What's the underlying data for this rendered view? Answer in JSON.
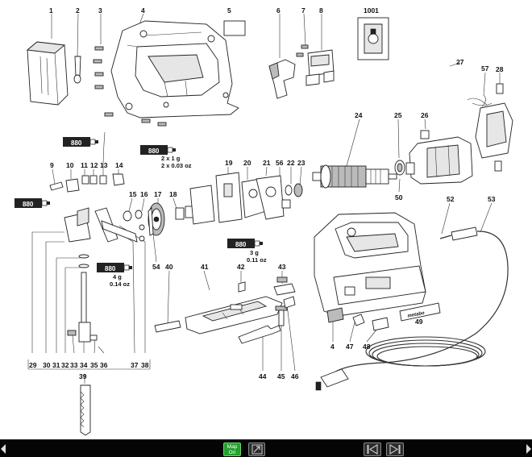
{
  "labels": [
    "1",
    "2",
    "3",
    "4",
    "5",
    "6",
    "7",
    "8",
    "1001",
    "27",
    "57",
    "28",
    "24",
    "25",
    "26",
    "9",
    "10",
    "11",
    "12",
    "13",
    "14",
    "15",
    "16",
    "17",
    "18",
    "19",
    "20",
    "21",
    "56",
    "22",
    "23",
    "50",
    "52",
    "53",
    "54",
    "41",
    "42",
    "43",
    "40",
    "29",
    "30",
    "31",
    "32",
    "33",
    "34",
    "35",
    "36",
    "37",
    "38",
    "39",
    "4",
    "47",
    "48",
    "49",
    "44",
    "45",
    "46"
  ],
  "lubricant": {
    "tube_label": "880"
  },
  "notes": {
    "grease_upper_1": "2 x 1 g",
    "grease_upper_2": "2 x 0.03 oz",
    "grease_mid_1": "3 g",
    "grease_mid_2": "0.11 oz",
    "grease_low_1": "4 g",
    "grease_low_2": "0.14 oz"
  },
  "brand": "metabo",
  "toolbar": {
    "map_line1": "Map",
    "map_line2": "On"
  },
  "icons": {
    "left_arrow": "triangle-left-icon",
    "resize": "resize-icon",
    "prev": "previous-page-icon",
    "next": "next-page-icon",
    "right_arrow": "triangle-right-icon"
  }
}
